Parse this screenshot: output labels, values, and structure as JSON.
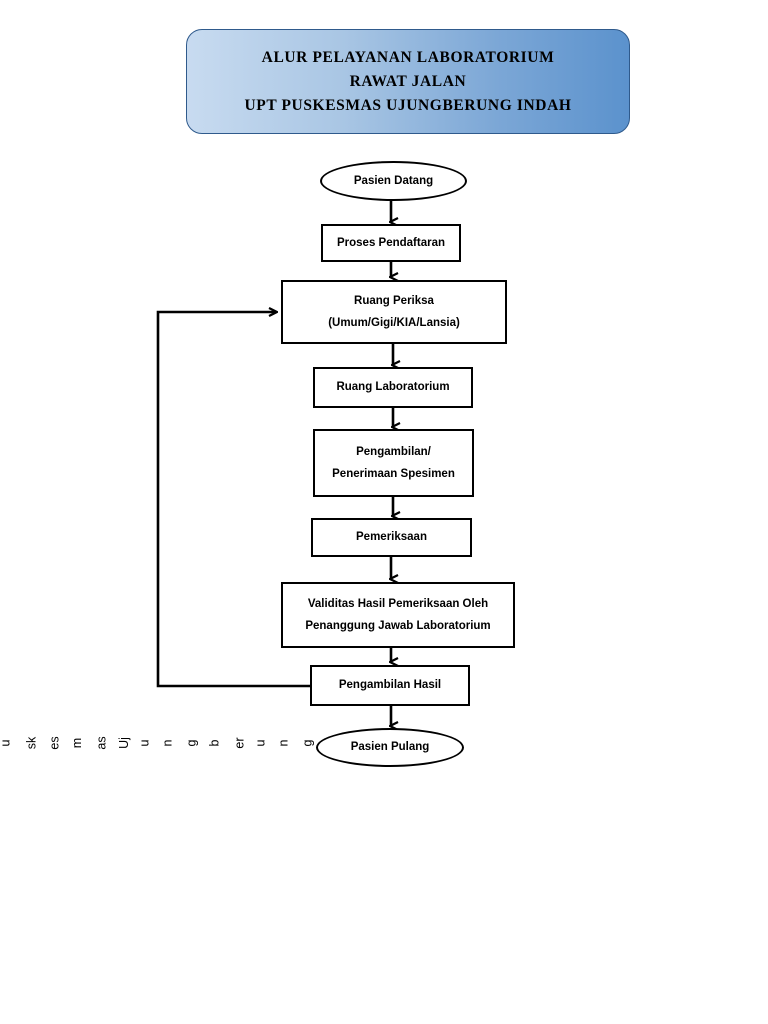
{
  "title": {
    "lines": [
      "ALUR PELAYANAN LABORATORIUM",
      "RAWAT JALAN",
      "UPT PUSKESMAS UJUNGBERUNG INDAH"
    ],
    "gradient_from": "#c8dbf0",
    "gradient_to": "#5b92cd",
    "border_color": "#2f5a8c"
  },
  "nodes": [
    {
      "id": "pasien-datang",
      "shape": "ellipse",
      "lines": [
        "Pasien Datang"
      ]
    },
    {
      "id": "proses-pendaftaran",
      "shape": "rect",
      "lines": [
        "Proses Pendaftaran"
      ]
    },
    {
      "id": "ruang-periksa",
      "shape": "rect",
      "lines": [
        "Ruang Periksa",
        "(Umum/Gigi/KIA/Lansia)"
      ]
    },
    {
      "id": "ruang-laboratorium",
      "shape": "rect",
      "lines": [
        "Ruang Laboratorium"
      ]
    },
    {
      "id": "pengambilan-spesimen",
      "shape": "rect",
      "lines": [
        "Pengambilan/",
        "Penerimaan Spesimen"
      ]
    },
    {
      "id": "pemeriksaan",
      "shape": "rect",
      "lines": [
        "Pemeriksaan"
      ]
    },
    {
      "id": "validitas-hasil",
      "shape": "rect",
      "lines": [
        "Validitas Hasil Pemeriksaan Oleh",
        "Penanggung Jawab Laboratorium"
      ]
    },
    {
      "id": "pengambilan-hasil",
      "shape": "rect",
      "lines": [
        "Pengambilan Hasil"
      ]
    },
    {
      "id": "pasien-pulang",
      "shape": "ellipse",
      "lines": [
        "Pasien Pulang"
      ]
    }
  ],
  "footer_rotated_text": [
    "u",
    "sk",
    "es",
    "m",
    "as",
    "Uj",
    "u",
    "n",
    "g",
    "b",
    "er",
    "u",
    "n",
    "g"
  ],
  "stroke_color": "#000000"
}
